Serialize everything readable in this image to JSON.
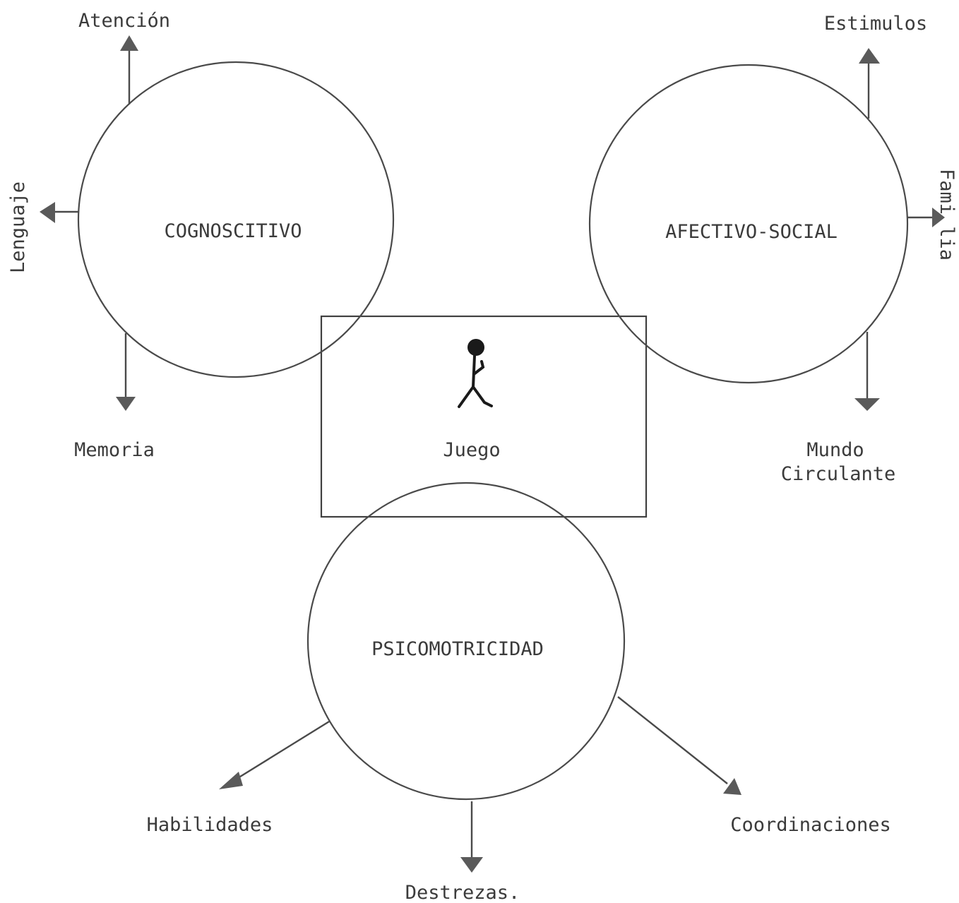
{
  "nodes": {
    "cognoscitivo": "COGNOSCITIVO",
    "afectivo_social": "AFECTIVO-SOCIAL",
    "psicomotricidad": "PSICOMOTRICIDAD",
    "juego": "Juego"
  },
  "branches": {
    "atencion": "Atención",
    "lenguaje": "Lenguaje",
    "memoria": "Memoria",
    "estimulos": "Estimulos",
    "familia": "Fami lia",
    "mundo_line1": "Mundo",
    "mundo_line2": "Circulante",
    "habilidades": "Habilidades",
    "destrezas": "Destrezas.",
    "coordinaciones": "Coordinaciones"
  }
}
